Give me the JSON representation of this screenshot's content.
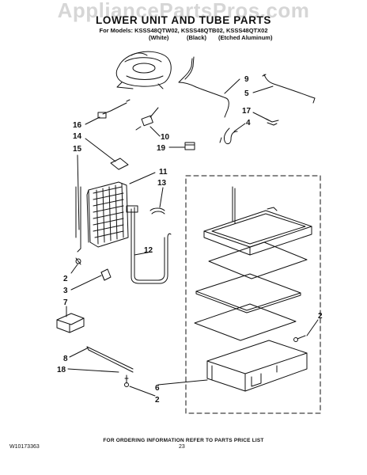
{
  "watermark": "AppliancePartsPros.com",
  "title": "LOWER UNIT AND TUBE PARTS",
  "models_line": "For Models: KSSS48QTW02, KSSS48QTB02, KSSS48QTX02",
  "variants": [
    "(White)",
    "(Black)",
    "(Etched Aluminum)"
  ],
  "callouts": {
    "c9": "9",
    "c5": "5",
    "c17": "17",
    "c4": "4",
    "c16": "16",
    "c10": "10",
    "c19": "19",
    "c14": "14",
    "c15": "15",
    "c11": "11",
    "c13": "13",
    "c12": "12",
    "c2a": "2",
    "c3": "3",
    "c7": "7",
    "c8": "8",
    "c18": "18",
    "c6": "6",
    "c2b": "2",
    "c2c": "2"
  },
  "footer": "FOR ORDERING INFORMATION REFER TO PARTS PRICE LIST",
  "doc_number": "W10173363",
  "page_number": "23"
}
